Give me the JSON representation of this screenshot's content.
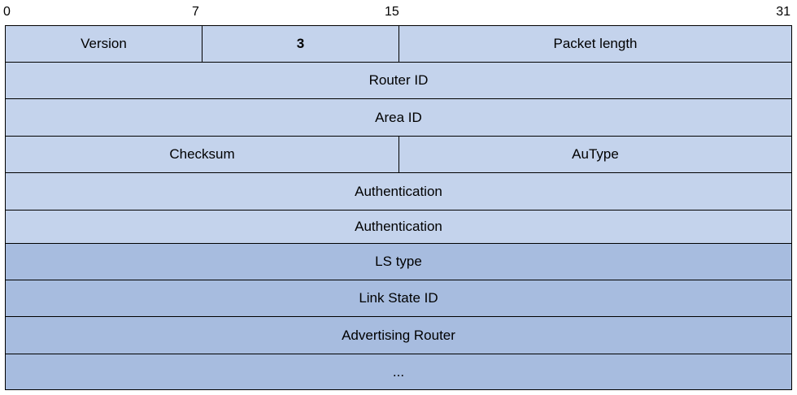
{
  "bit_ticks": [
    "0",
    "7",
    "15",
    "31"
  ],
  "rows": {
    "r1": {
      "version": "Version",
      "type": "3",
      "packet_length": "Packet length"
    },
    "r2": {
      "router_id": "Router ID"
    },
    "r3": {
      "area_id": "Area ID"
    },
    "r4": {
      "checksum": "Checksum",
      "autype": "AuType"
    },
    "r5": {
      "authentication": "Authentication"
    },
    "r6": {
      "authentication": "Authentication"
    },
    "r7": {
      "ls_type": "LS type"
    },
    "r8": {
      "link_state_id": "Link State ID"
    },
    "r9": {
      "advertising_router": "Advertising Router"
    },
    "r10": {
      "ellipsis": "..."
    }
  },
  "colors": {
    "header_fill": "#c4d3ec",
    "request_fill": "#a7bcdf",
    "border": "#000000"
  }
}
